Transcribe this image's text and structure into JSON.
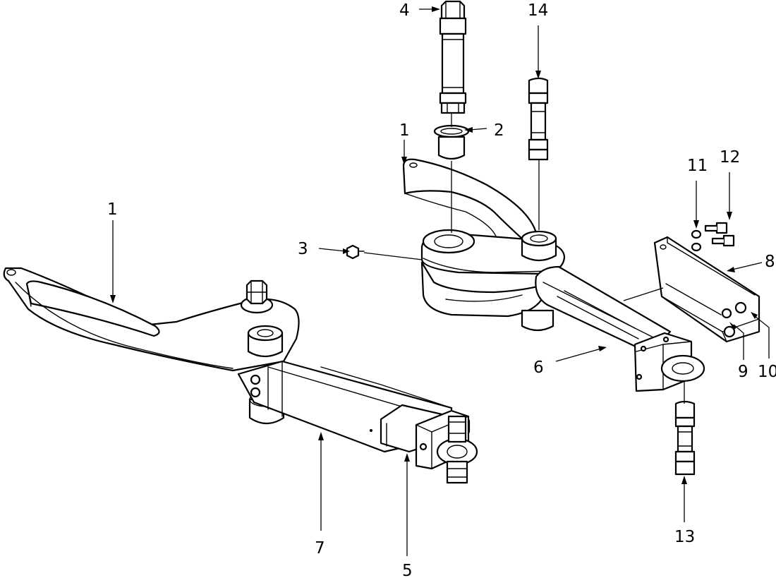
{
  "callouts": {
    "c1_left": "1",
    "c1_top": "1",
    "c2": "2",
    "c3": "3",
    "c4": "4",
    "c5": "5",
    "c6": "6",
    "c7": "7",
    "c8": "8",
    "c9": "9",
    "c10": "10",
    "c11": "11",
    "c12": "12",
    "c13": "13",
    "c14": "14"
  }
}
